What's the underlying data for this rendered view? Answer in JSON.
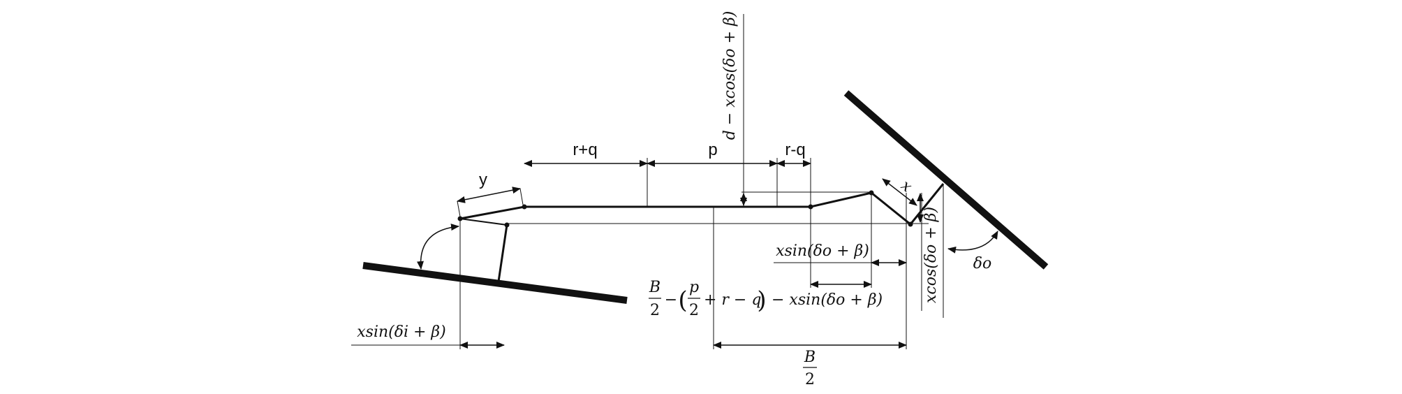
{
  "labels": {
    "y": "y",
    "r_plus_q": "r+q",
    "p": "p",
    "r_minus_q": "r-q",
    "d_minus": "d − xcos(δo + β)",
    "x": "x",
    "xcos_right": "xcos(δo + β)",
    "xsin_do": "xsin(δo + β)",
    "delta_o": "δo",
    "xsin_di": "xsin(δi + β)",
    "half_B_num": "B",
    "half_B_den": "2",
    "eq_B_num": "B",
    "eq_B_den": "2",
    "eq_minus1": "−",
    "eq_paren_open": "(",
    "eq_p_num": "p",
    "eq_p_den": "2",
    "eq_plus_rq": "+ r − q",
    "eq_paren_close": ")",
    "eq_tail": "− xsin(δo + β)"
  },
  "colors": {
    "ink": "#111111",
    "background": "#ffffff"
  }
}
